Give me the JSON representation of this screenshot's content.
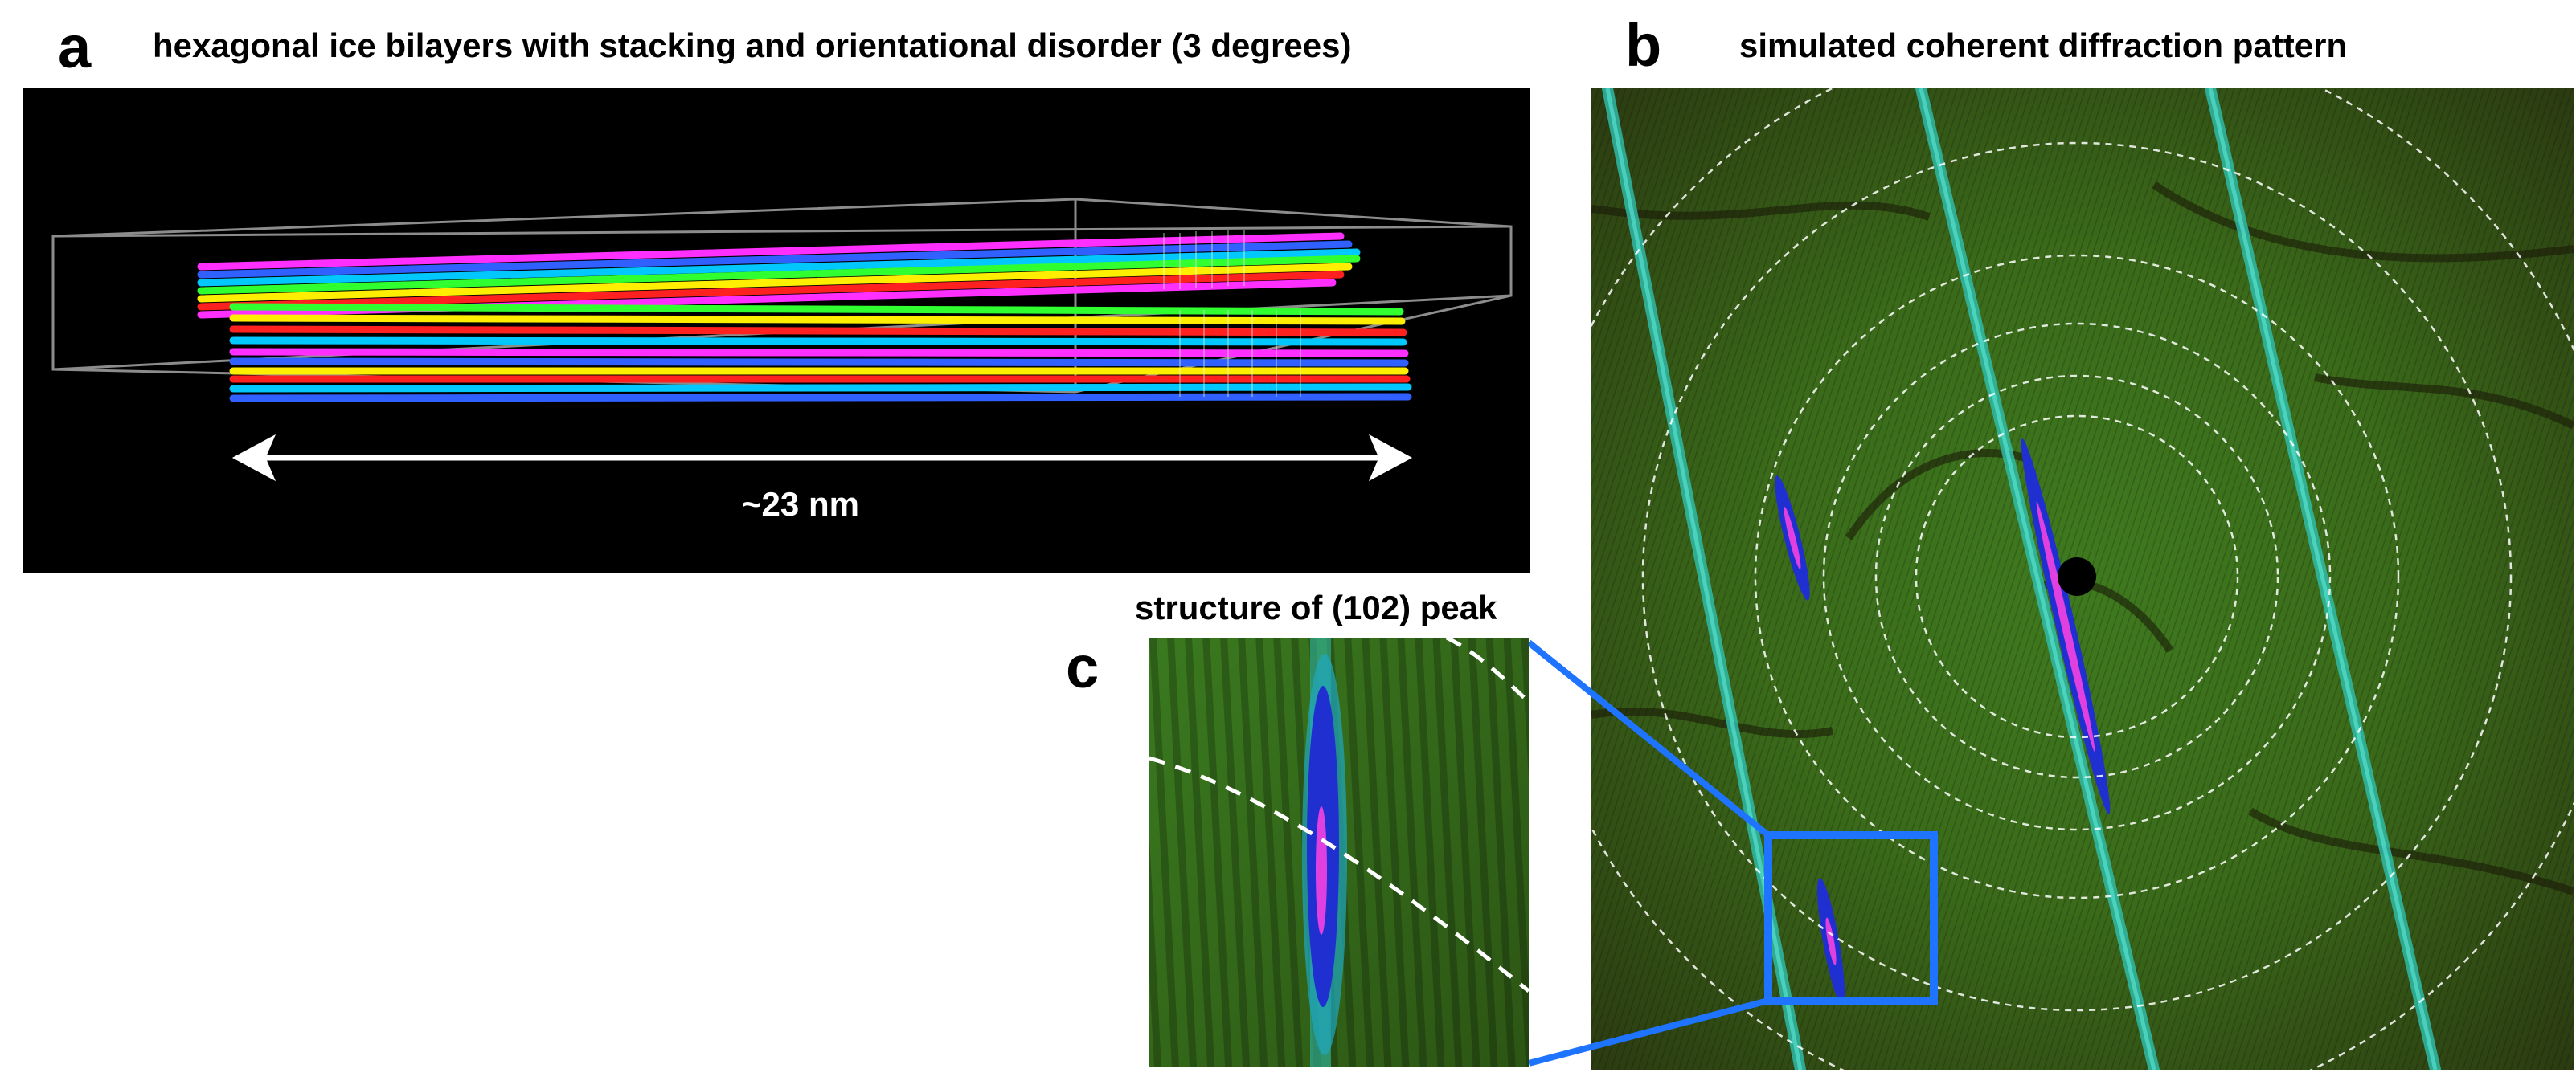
{
  "panel_a": {
    "letter": "a",
    "title": "hexagonal ice bilayers with stacking and orientational disorder (3 degrees)",
    "scale_label": "~23 nm",
    "colors": [
      "#ff2020",
      "#ffee00",
      "#30ff30",
      "#00c8ff",
      "#3060ff",
      "#ff30ff"
    ]
  },
  "panel_b": {
    "letter": "b",
    "title": "simulated coherent diffraction pattern",
    "zoom_box_color": "#1f74ff"
  },
  "panel_c": {
    "letter": "c",
    "title": "structure of (102) peak"
  }
}
